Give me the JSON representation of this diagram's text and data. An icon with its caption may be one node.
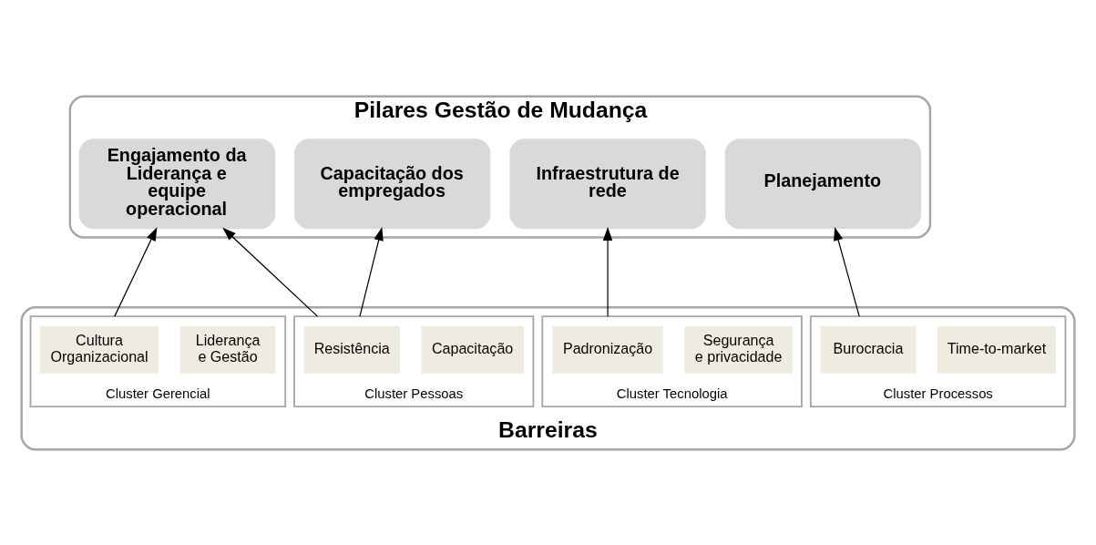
{
  "diagram": {
    "nodes": [
      {
        "text": [
          "Pilares Gestão de Mudança"
        ]
      },
      {
        "text": [
          "Engajamento da Liderança e equipe operacional"
        ],
        "in": 0
      },
      {
        "text": [
          "Capacitação dos empregados"
        ],
        "in": 0
      },
      {
        "text": [
          "Infraestrutura de rede"
        ],
        "in": 0
      },
      {
        "text": [
          "Planejamento"
        ],
        "in": 0
      },
      {
        "text": [
          "Barreiras"
        ]
      },
      {
        "text": [
          "Cluster Gerencial"
        ],
        "in": 5
      },
      {
        "text": [
          "Cultura Organizacional"
        ],
        "in": 6
      },
      {
        "text": [
          "Liderança e Gestão"
        ],
        "in": 6
      },
      {
        "text": [
          "Cluster Pessoas"
        ],
        "in": 5
      },
      {
        "text": [
          "Resistência"
        ],
        "in": 9
      },
      {
        "text": [
          "Capacitação"
        ],
        "in": 9
      },
      {
        "text": [
          "Cluster Tecnologia"
        ],
        "in": 5
      },
      {
        "text": [
          "Padronização"
        ],
        "in": 12
      },
      {
        "text": [
          "Segurança e privacidade"
        ],
        "in": 12
      },
      {
        "text": [
          "Cluster Processos"
        ],
        "in": 5
      },
      {
        "text": [
          "Burocracia"
        ],
        "in": 15
      },
      {
        "text": [
          "Time-to-market"
        ],
        "in": 15
      }
    ],
    "edges": [
      {
        "from": 6,
        "to": 1,
        "arrow": "to"
      },
      {
        "from": 9,
        "to": 1,
        "arrow": "to"
      },
      {
        "from": 9,
        "to": 2,
        "arrow": "to"
      },
      {
        "from": 12,
        "to": 3,
        "arrow": "to"
      },
      {
        "from": 15,
        "to": 4,
        "arrow": "to"
      }
    ]
  }
}
